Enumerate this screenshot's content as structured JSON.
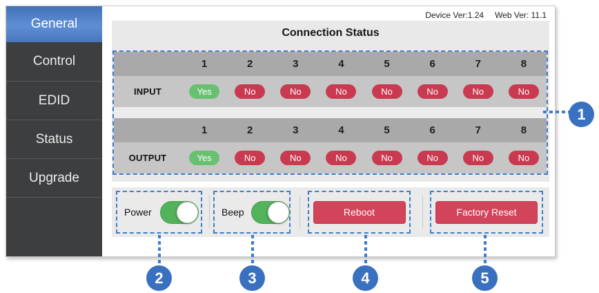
{
  "header": {
    "device_version": "Device Ver:1.24",
    "web_version": "Web Ver: 11.1"
  },
  "sidebar": {
    "active_item": "General",
    "items": [
      {
        "label": "General",
        "active": true
      },
      {
        "label": "Control",
        "active": false
      },
      {
        "label": "EDID",
        "active": false
      },
      {
        "label": "Status",
        "active": false
      },
      {
        "label": "Upgrade",
        "active": false
      }
    ]
  },
  "status": {
    "title": "Connection Status",
    "columns": [
      "1",
      "2",
      "3",
      "4",
      "5",
      "6",
      "7",
      "8"
    ],
    "rows": [
      {
        "label": "INPUT",
        "values": [
          "Yes",
          "No",
          "No",
          "No",
          "No",
          "No",
          "No",
          "No"
        ]
      },
      {
        "label": "OUTPUT",
        "values": [
          "Yes",
          "No",
          "No",
          "No",
          "No",
          "No",
          "No",
          "No"
        ]
      }
    ]
  },
  "controls": {
    "power": {
      "label": "Power",
      "on": true
    },
    "beep": {
      "label": "Beep",
      "on": true
    },
    "reboot_label": "Reboot",
    "factory_reset_label": "Factory Reset"
  },
  "callouts": {
    "n1": "1",
    "n2": "2",
    "n3": "3",
    "n4": "4",
    "n5": "5"
  },
  "colors": {
    "accent_dotted_blue": "#3e7dc9",
    "callout_blue": "#3a70c0",
    "yes_green": "#68c171",
    "no_red": "#c93a50",
    "button_red": "#d1445a",
    "toggle_green": "#53b35a",
    "active_nav_blue": "#5f8ed5",
    "sidebar_dark": "#3c3e40"
  }
}
